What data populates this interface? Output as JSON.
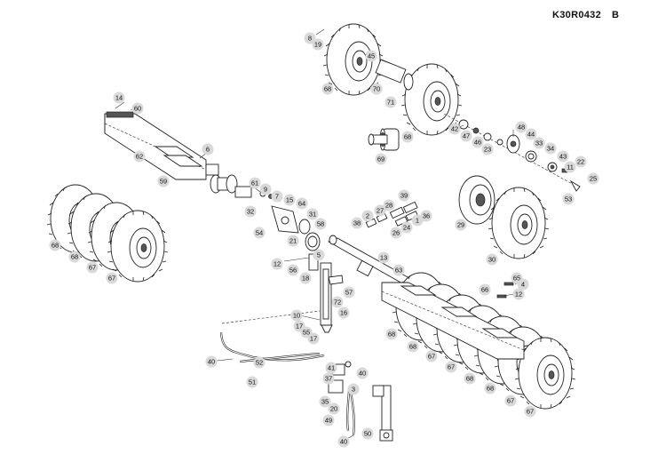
{
  "header": {
    "drawing_code": "K30R0432",
    "revision": "B"
  },
  "callouts": [
    {
      "label": "8"
    },
    {
      "label": "19"
    },
    {
      "label": "45"
    },
    {
      "label": "68"
    },
    {
      "label": "70"
    },
    {
      "label": "71"
    },
    {
      "label": "14"
    },
    {
      "label": "60"
    },
    {
      "label": "62"
    },
    {
      "label": "6"
    },
    {
      "label": "59"
    },
    {
      "label": "61"
    },
    {
      "label": "9"
    },
    {
      "label": "7"
    },
    {
      "label": "15"
    },
    {
      "label": "64"
    },
    {
      "label": "32"
    },
    {
      "label": "31"
    },
    {
      "label": "54"
    },
    {
      "label": "58"
    },
    {
      "label": "21"
    },
    {
      "label": "5"
    },
    {
      "label": "48"
    },
    {
      "label": "44"
    },
    {
      "label": "42"
    },
    {
      "label": "47"
    },
    {
      "label": "46"
    },
    {
      "label": "23"
    },
    {
      "label": "33"
    },
    {
      "label": "34"
    },
    {
      "label": "43"
    },
    {
      "label": "22"
    },
    {
      "label": "11"
    },
    {
      "label": "25"
    },
    {
      "label": "53"
    },
    {
      "label": "68"
    },
    {
      "label": "69"
    },
    {
      "label": "39"
    },
    {
      "label": "28"
    },
    {
      "label": "27"
    },
    {
      "label": "2"
    },
    {
      "label": "1"
    },
    {
      "label": "36"
    },
    {
      "label": "24"
    },
    {
      "label": "26"
    },
    {
      "label": "38"
    },
    {
      "label": "29"
    },
    {
      "label": "30"
    },
    {
      "label": "68"
    },
    {
      "label": "68"
    },
    {
      "label": "67"
    },
    {
      "label": "67"
    },
    {
      "label": "13"
    },
    {
      "label": "12"
    },
    {
      "label": "56"
    },
    {
      "label": "63"
    },
    {
      "label": "18"
    },
    {
      "label": "57"
    },
    {
      "label": "72"
    },
    {
      "label": "10"
    },
    {
      "label": "16"
    },
    {
      "label": "17"
    },
    {
      "label": "55"
    },
    {
      "label": "17"
    },
    {
      "label": "65"
    },
    {
      "label": "4"
    },
    {
      "label": "66"
    },
    {
      "label": "12"
    },
    {
      "label": "68"
    },
    {
      "label": "68"
    },
    {
      "label": "67"
    },
    {
      "label": "67"
    },
    {
      "label": "68"
    },
    {
      "label": "68"
    },
    {
      "label": "67"
    },
    {
      "label": "67"
    },
    {
      "label": "40"
    },
    {
      "label": "52"
    },
    {
      "label": "51"
    },
    {
      "label": "41"
    },
    {
      "label": "40"
    },
    {
      "label": "37"
    },
    {
      "label": "3"
    },
    {
      "label": "35"
    },
    {
      "label": "20"
    },
    {
      "label": "49"
    },
    {
      "label": "50"
    },
    {
      "label": "40"
    }
  ]
}
